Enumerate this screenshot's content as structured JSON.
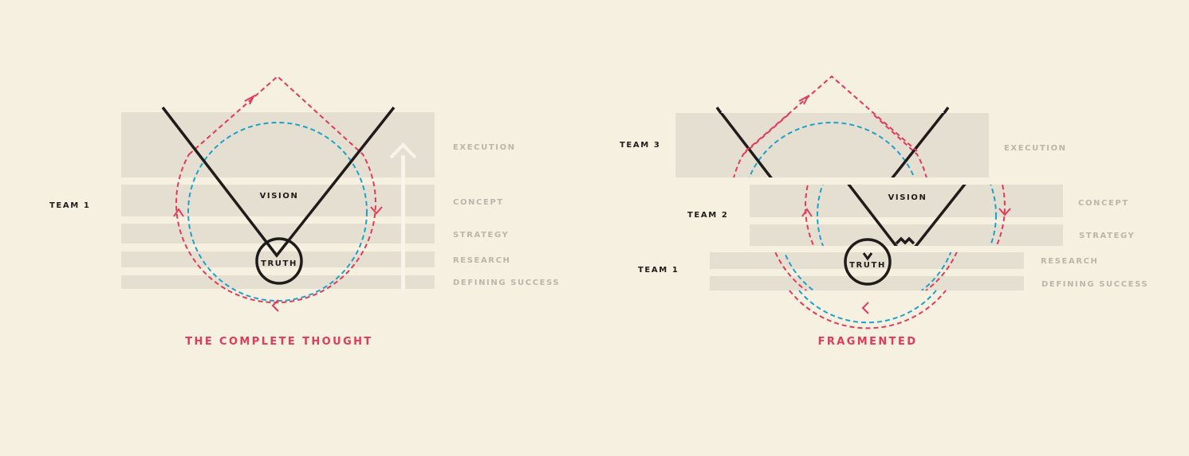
{
  "colors": {
    "background": "#f6f0e1",
    "band": "#e5dfd1",
    "row_label": "#bdb5aa",
    "ink": "#1f1b1a",
    "red": "#e23a5a",
    "blue": "#1ea1c7",
    "arrow_light": "#f8f4ea"
  },
  "left": {
    "title": "THE COMPLETE THOUGHT",
    "team": "TEAM 1",
    "vision": "VISION",
    "truth": "TRUTH",
    "rows": [
      "EXECUTION",
      "CONCEPT",
      "STRATEGY",
      "RESEARCH",
      "DEFINING SUCCESS"
    ]
  },
  "right": {
    "title": "FRAGMENTED",
    "teams": [
      "TEAM 3",
      "TEAM 2",
      "TEAM 1"
    ],
    "vision": "VISION",
    "truth": "TRUTH",
    "rows": [
      "EXECUTION",
      "CONCEPT",
      "STRATEGY",
      "RESEARCH",
      "DEFINING SUCCESS"
    ]
  }
}
